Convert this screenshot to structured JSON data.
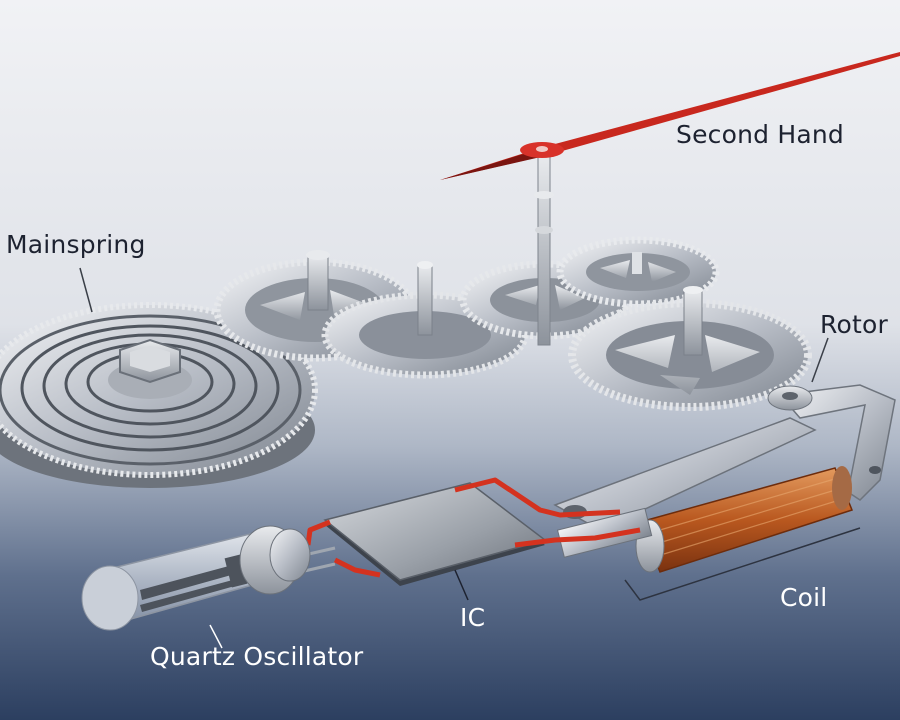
{
  "diagram": {
    "labels": {
      "second_hand": "Second Hand",
      "mainspring": "Mainspring",
      "rotor": "Rotor",
      "coil": "Coil",
      "ic": "IC",
      "quartz_oscillator": "Quartz Oscillator"
    },
    "colors": {
      "background_top": "#eef0f3",
      "background_bottom": "#2f4466",
      "second_hand": "#c8281e",
      "circuit_trace": "#d4321f",
      "coil_copper": "#c0642a",
      "metal": "#c9cdd4",
      "label_dark": "#1d2230",
      "label_light": "#ffffff"
    }
  }
}
